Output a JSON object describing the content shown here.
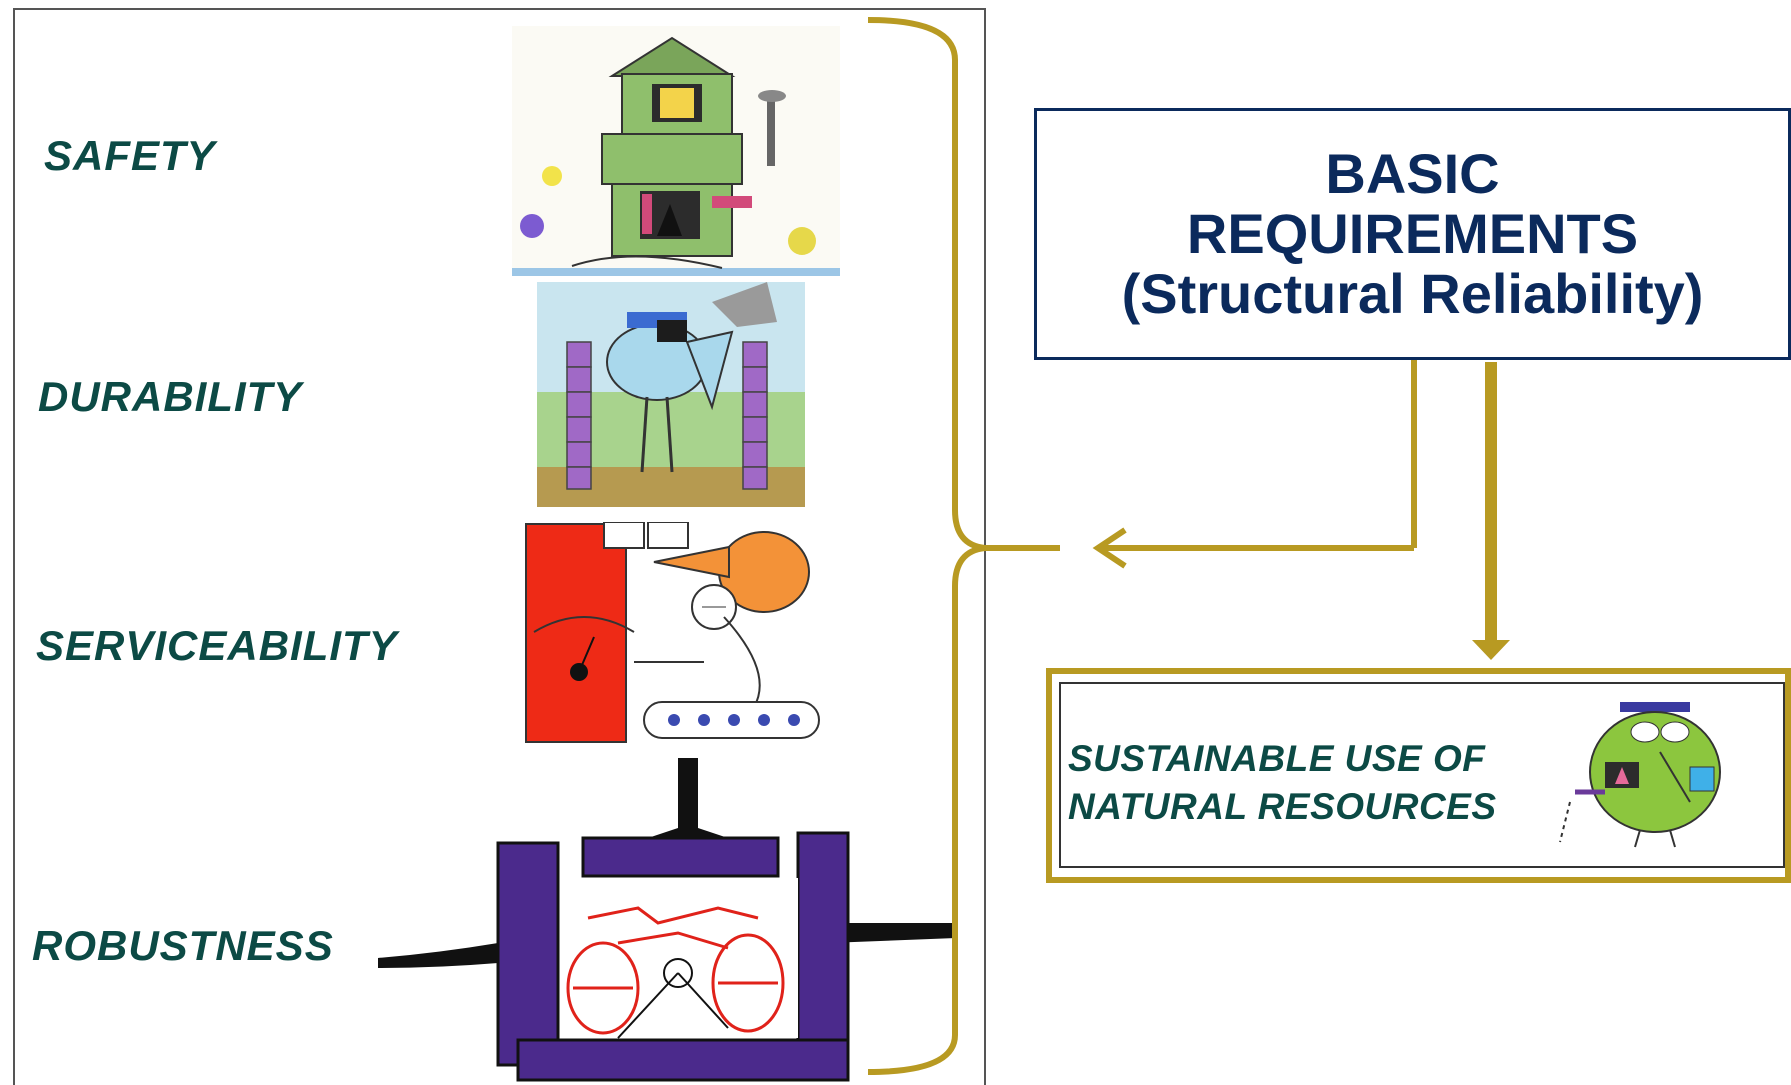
{
  "requirements": {
    "safety": "SAFETY",
    "durability": "DURABILITY",
    "serviceability": "SERVICEABILITY",
    "robustness": "ROBUSTNESS"
  },
  "basic_box": {
    "line1": "BASIC",
    "line2": "REQUIREMENTS",
    "line3": "(Structural Reliability)"
  },
  "sustainable": {
    "line1": "SUSTAINABLE USE OF",
    "line2": "NATURAL RESOURCES"
  },
  "colors": {
    "label_text": "#0c4a45",
    "box_border": "#0b2a5c",
    "connector": "#b89a22"
  }
}
